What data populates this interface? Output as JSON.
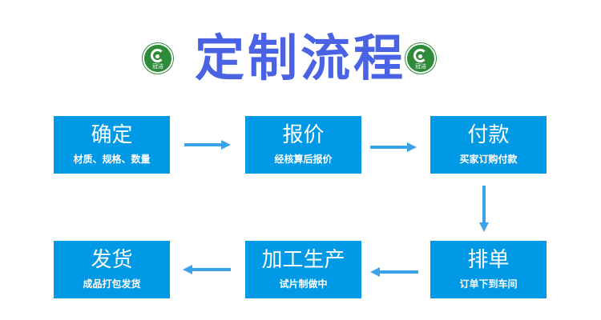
{
  "title": "定制流程",
  "logo": {
    "text": "冠洁",
    "color": "#2e8b3a",
    "icon": "leaf-logo-icon"
  },
  "colors": {
    "title": "#4a63e4",
    "box": "#0099e5",
    "arrow": "#3aa3ea",
    "text": "#ffffff"
  },
  "steps": [
    {
      "title": "确定",
      "subtitle": "材质、规格、数量"
    },
    {
      "title": "报价",
      "subtitle": "经核算后报价"
    },
    {
      "title": "付款",
      "subtitle": "买家订购付款"
    },
    {
      "title": "排单",
      "subtitle": "订单下到车间"
    },
    {
      "title": "加工生产",
      "subtitle": "试片制做中"
    },
    {
      "title": "发货",
      "subtitle": "成品打包发货"
    }
  ]
}
